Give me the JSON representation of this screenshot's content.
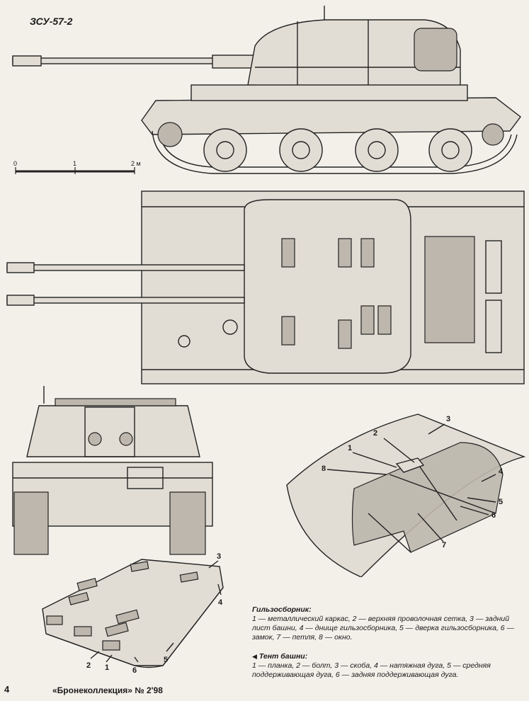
{
  "drawing_title": "ЗСУ-57-2",
  "scale_bar": {
    "labels": [
      "0",
      "1",
      "2 м"
    ]
  },
  "cartridge_catcher": {
    "callouts": [
      "1",
      "2",
      "3",
      "4",
      "5",
      "6",
      "7",
      "8"
    ],
    "caption_title": "Гильзосборник:",
    "caption_text": "1 — металлический каркас, 2 — верхняя проволочная сетка, 3 — задний лист башни, 4 — днище гильзосборника, 5 — дверка гильзосборника, 6 — замок, 7 — петля, 8 — окно."
  },
  "turret_tent": {
    "callouts": [
      "1",
      "2",
      "3",
      "4",
      "5",
      "6"
    ],
    "caption_title": "Тент башни:",
    "caption_text": "1 — планка, 2 — болт, 3 — скоба, 4 — натяжная дуга, 5 — средняя поддерживающая дуга, 6 — задняя поддерживающая дуга."
  },
  "footer": {
    "page_number": "4",
    "magazine": "«Бронеколлекция» № 2'98"
  }
}
